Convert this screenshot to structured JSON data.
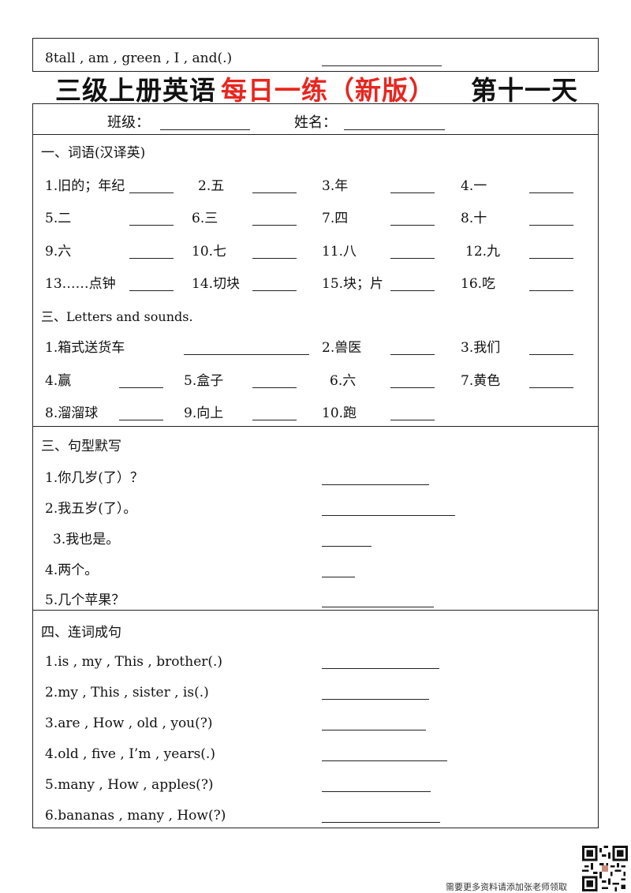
{
  "top_item": "8tall , am , green , I , and(.)",
  "title": {
    "part1": "三级上册英语",
    "part2": "每日一练（新版）",
    "part3": "第十一天"
  },
  "header": {
    "class_label": "班级：",
    "name_label": "姓名："
  },
  "sections": {
    "s1": {
      "title": "一、词语(汉译英)",
      "items": [
        "1.旧的；年纪",
        "2.五",
        "3.年",
        "4.一",
        "5.二",
        "6.三",
        "7.四",
        "8.十",
        "9.六",
        "10.七",
        "11.八",
        "12.九",
        "13……点钟",
        "14.切块",
        "15.块；片",
        "16.吃"
      ]
    },
    "s2": {
      "title": "三、Letters and sounds.",
      "items": [
        "1.箱式送货车",
        "2.兽医",
        "3.我们",
        "4.赢",
        "5.盒子",
        "6.六",
        "7.黄色",
        "8.溜溜球",
        "9.向上",
        "10.跑"
      ]
    },
    "s3": {
      "title": "三、句型默写",
      "items": [
        "1.你几岁(了）？",
        "2.我五岁(了）。",
        "3.我也是。",
        "4.两个。",
        "5.几个苹果？"
      ]
    },
    "s4": {
      "title": "四、连词成句",
      "items": [
        "1.is , my , This , brother(.)",
        "2.my , This , sister , is(.)",
        "3.are , How , old , you(?)",
        "4.old , five , I’m , years(.)",
        "5.many , How , apples(?)",
        "6.bananas , many , How(?)"
      ]
    }
  },
  "footer": "需要更多资料请添加张老师领取",
  "colors": {
    "accent": "#e8261f",
    "ink": "#111111"
  }
}
